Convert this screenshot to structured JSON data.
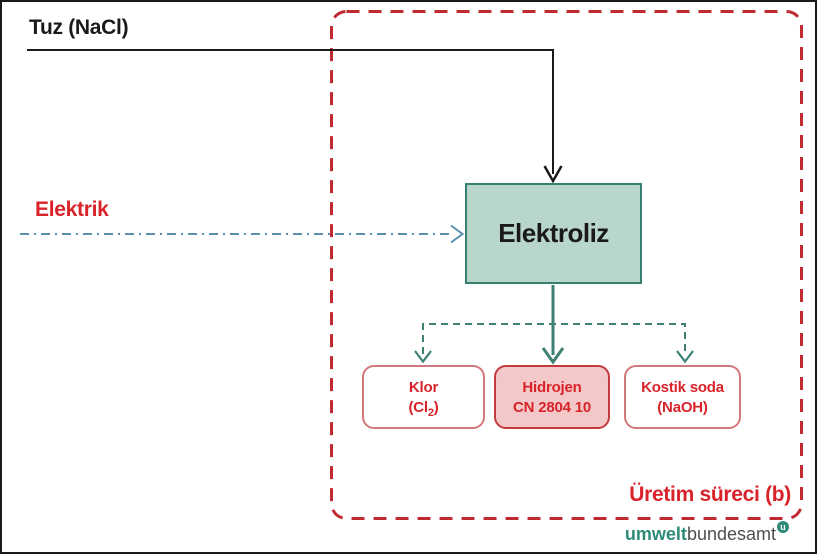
{
  "labels": {
    "salt": "Tuz (NaCl)",
    "electricity": "Elektrik"
  },
  "process": {
    "label": "Elektroliz"
  },
  "outputs": {
    "chlorine": {
      "name": "Klor",
      "formula_prefix": "(Cl",
      "formula_sub": "2",
      "formula_suffix": ")"
    },
    "hydrogen": {
      "name": "Hidrojen",
      "code": "CN 2804 10"
    },
    "caustic_soda": {
      "name": "Kostik soda",
      "formula": "(NaOH)"
    }
  },
  "boundary": {
    "label": "Üretim süreci (b)"
  },
  "logo": {
    "bold_part": "umwelt",
    "regular_part": "bundesamt",
    "mark": "u"
  },
  "colors": {
    "accent_red": "#d8232a",
    "boundary_red": "#bf2b30",
    "process_fill": "#b8d6c9",
    "process_border": "#377f71",
    "flow_teal": "#3e8174",
    "electricity_blue": "#5b8fb0",
    "hydrogen_fill": "#f4c8c8",
    "hydrogen_border": "#c23a40",
    "output_border": "#d2777b",
    "logo_green": "#2e8b77",
    "logo_gray": "#4f4f4f",
    "line_black": "#1a1a1a"
  }
}
